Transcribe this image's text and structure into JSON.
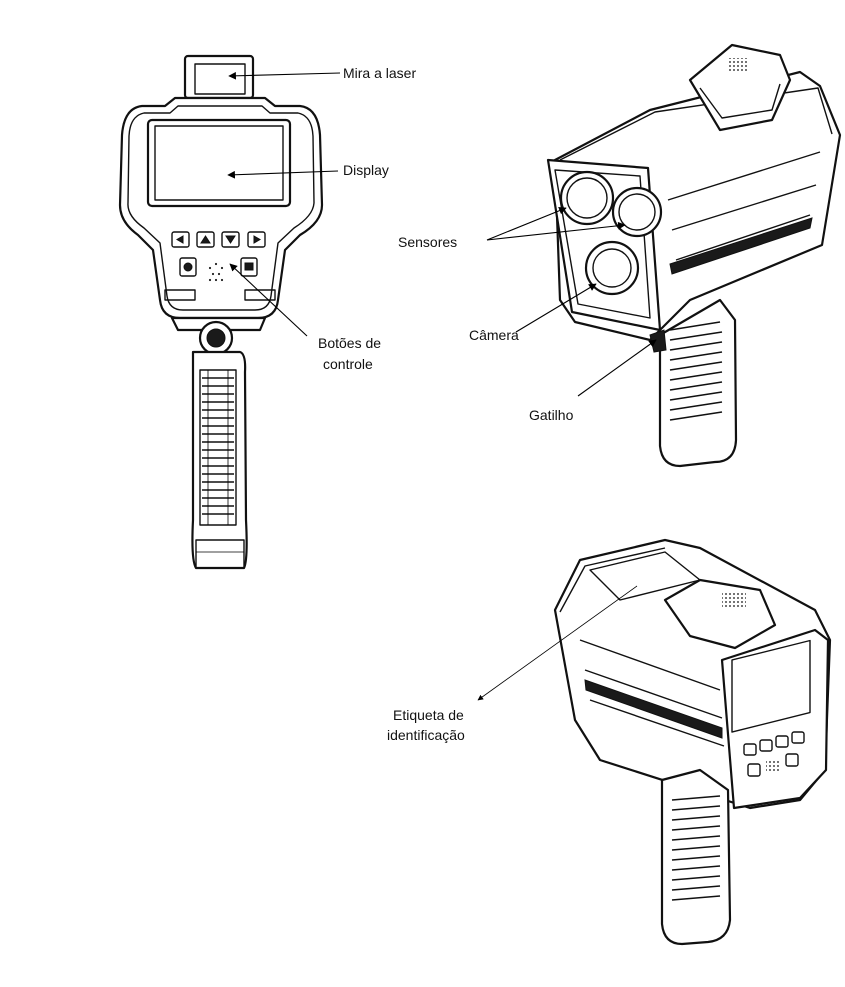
{
  "labels": {
    "laser_sight": "Mira a laser",
    "display": "Display",
    "control_buttons_line1": "Botões de",
    "control_buttons_line2": "controle",
    "sensors": "Sensores",
    "camera": "Câmera",
    "trigger": "Gatilho",
    "id_tag_line1": "Etiqueta de",
    "id_tag_line2": "identificação"
  },
  "colors": {
    "line": "#000000",
    "background": "#ffffff",
    "device_fill": "#ffffff",
    "dark_parts": "#1a1a1a"
  }
}
